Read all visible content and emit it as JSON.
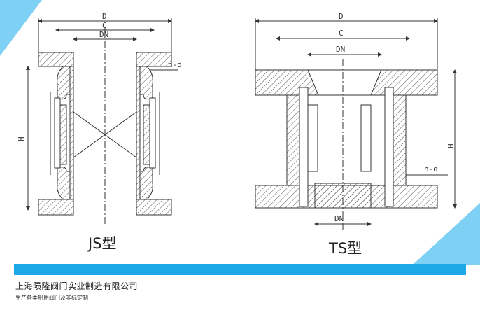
{
  "labels": {
    "dim_d": "D",
    "dim_c": "C",
    "dim_dn": "DN",
    "dim_h": "H",
    "dim_nd": "n-d"
  },
  "titles": {
    "js": "JS型",
    "ts": "TS型"
  },
  "footer": {
    "company": "上海陨隆阀门实业制造有限公司",
    "slogan": "生产各类船用阀门及非标定制"
  },
  "colors": {
    "accent_blue": "#1fa8e8",
    "corner_light_blue": "#7fd0f5",
    "line": "#333333"
  }
}
